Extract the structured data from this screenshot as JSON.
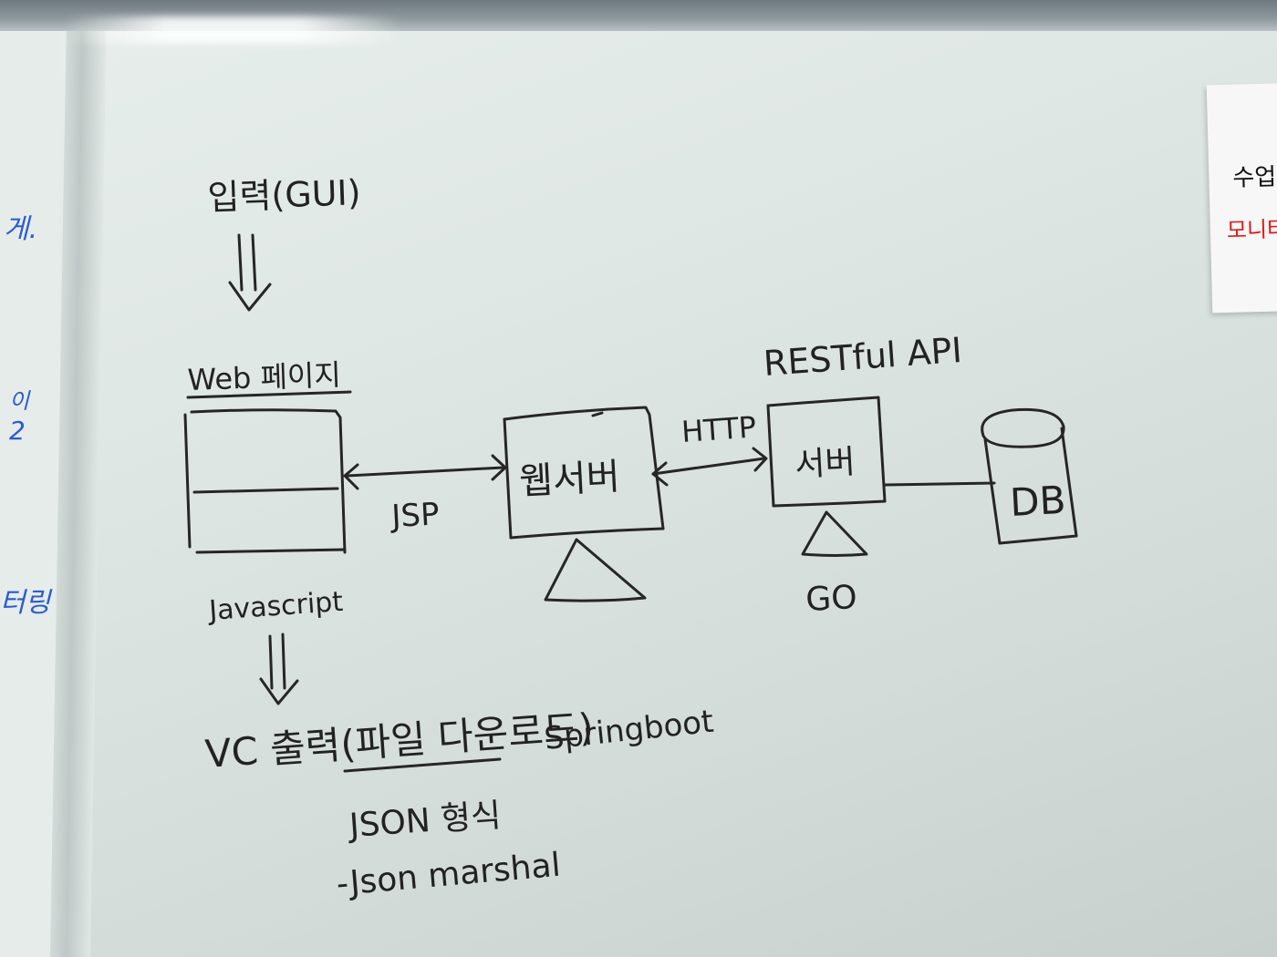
{
  "left_margin": {
    "fragment_1": "게.",
    "fragment_2a": "이",
    "fragment_2b": "2",
    "fragment_3": "터링"
  },
  "sticky_note": {
    "line1": "수업",
    "line2": "모니터"
  },
  "diagram": {
    "input_label": "입력(GUI)",
    "web_page_label": "Web 페이지",
    "javascript_label": "Javascript",
    "jsp_label": "JSP",
    "web_server_label": "웹서버",
    "http_label": "HTTP",
    "restful_api_label": "RESTful API",
    "server_label": "서버",
    "go_label": "GO",
    "db_label": "DB",
    "output_label": "VC 출력(파일 다운로드)",
    "springboot_label": "Springboot",
    "json_format_label": "JSON 형식",
    "json_marshal_label": "-Json marshal"
  }
}
